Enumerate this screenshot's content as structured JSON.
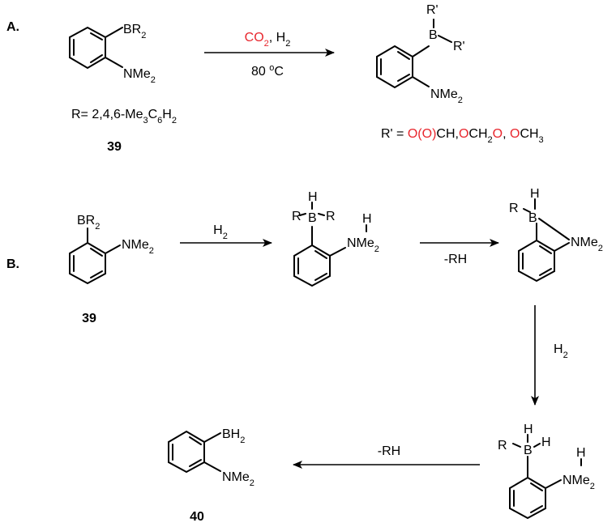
{
  "panel_a": {
    "label": "A.",
    "reactant_boron": "BR",
    "reactant_boron_sub": "2",
    "reactant_nitrogen": "NMe",
    "reactant_nitrogen_sub": "2",
    "r_definition": {
      "prefix": "R= 2,4,6-Me",
      "s1": "3",
      "mid": "C",
      "s2": "6",
      "end": "H",
      "s3": "2"
    },
    "compound_number": "39",
    "reagent_co2": "CO",
    "reagent_co2_sub": "2",
    "reagent_h2": ", H",
    "reagent_h2_sub": "2",
    "temperature_value": "80 ",
    "temperature_sup": "o",
    "temperature_unit": "C",
    "product_boron": "B",
    "product_r_prime": "R'",
    "product_nitrogen": "NMe",
    "product_nitrogen_sub": "2",
    "r_prime_definition": {
      "prefix": "R' = ",
      "o1": "O(O)",
      "ch": "CH,",
      "o2": "O",
      "ch2": "CH",
      "ch2_sub": "2",
      "o3": "O",
      "sep": ", ",
      "o4": "O",
      "ch3": "CH",
      "ch3_sub": "3"
    }
  },
  "panel_b": {
    "label": "B.",
    "start_boron": "BR",
    "start_boron_sub": "2",
    "start_nitrogen": "NMe",
    "start_nitrogen_sub": "2",
    "start_number": "39",
    "step1_reagent": "H",
    "step1_reagent_sub": "2",
    "int1": {
      "r": "R",
      "b": "B",
      "h_b": "H",
      "h_n": "H",
      "nitrogen": "NMe",
      "nitrogen_sub": "2"
    },
    "step2_label": "-RH",
    "int2": {
      "r": "R",
      "b": "B",
      "h_b": "H",
      "nitrogen": "NMe",
      "nitrogen_sub": "2"
    },
    "step3_reagent": "H",
    "step3_reagent_sub": "2",
    "int3": {
      "r": "R",
      "b": "B",
      "h1": "H",
      "h2": "H",
      "h_n": "H",
      "nitrogen": "NMe",
      "nitrogen_sub": "2"
    },
    "step4_label": "-RH",
    "product_boron": "BH",
    "product_boron_sub": "2",
    "product_nitrogen": "NMe",
    "product_nitrogen_sub": "2",
    "product_number": "40"
  }
}
